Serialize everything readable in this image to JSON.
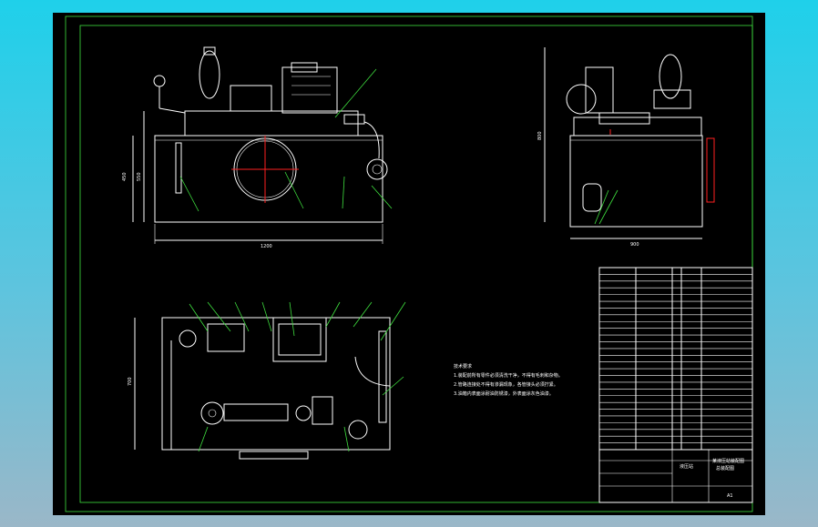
{
  "drawing": {
    "tech_notes": {
      "heading": "技术要求",
      "lines": [
        "1.装配前所有零件必须清洗干净，不得有毛刺和杂物。",
        "2.管路连接处不得有渗漏现象，各管接头必须拧紧。",
        "3.油箱内表面涂耐油防锈漆，外表面涂灰色油漆。"
      ]
    },
    "title_block": {
      "drawing_name": "液压站",
      "project_line_1": "某液压站装配图",
      "project_line_2": "总装配图",
      "sheet_size": "A1"
    },
    "dimension_labels": {
      "front_width": "1200",
      "front_height": "450",
      "front_height_2": "550",
      "side_width": "900",
      "side_height": "800",
      "plan_height": "700"
    },
    "parts_list_rows": 27
  },
  "colors": {
    "background": "#000000",
    "geometry": "#ffffff",
    "annotation": "#3fe03f",
    "centerline": "#ff2020"
  }
}
